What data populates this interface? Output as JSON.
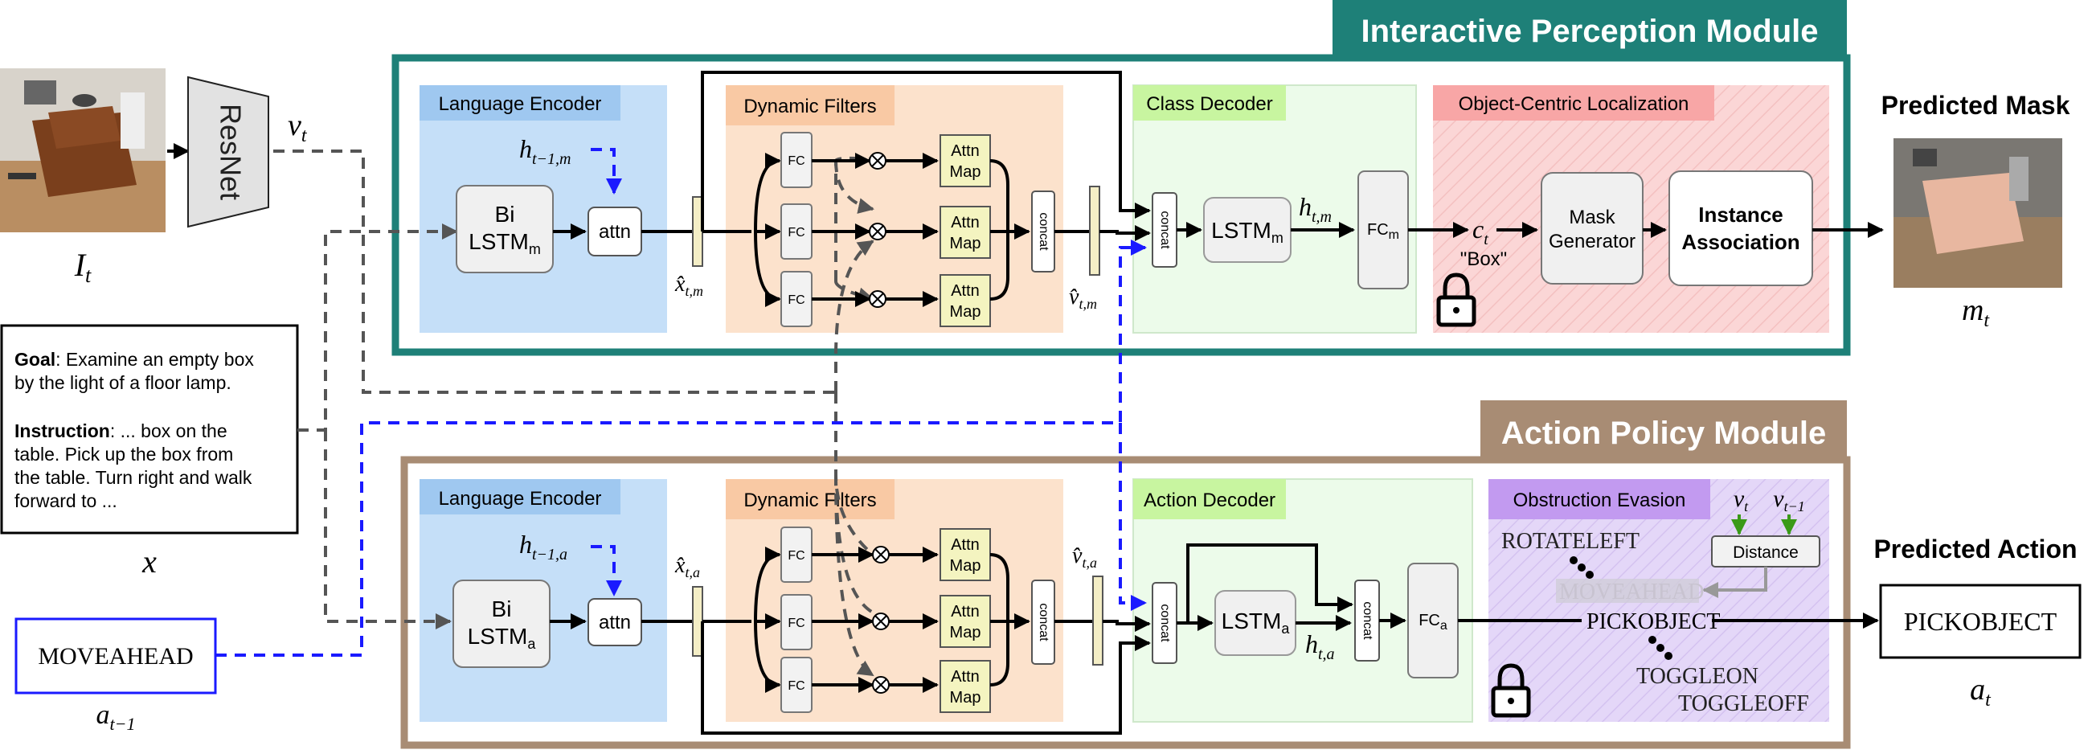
{
  "modules": {
    "perception": {
      "title": "Interactive Perception Module",
      "color": "#1e8078"
    },
    "policy": {
      "title": "Action Policy Module",
      "color": "#a88c74"
    }
  },
  "inputs": {
    "image_label": "I",
    "image_sub": "t",
    "resnet": "ResNet",
    "v_t": "v",
    "v_t_sub": "t",
    "goal_label": "Goal",
    "goal_text_1": ": Examine an empty box",
    "goal_text_2": "by the light of a floor lamp.",
    "instruction_label": "Instruction",
    "instruction_text_1": ": ... box on the",
    "instruction_text_2": "table. Pick up the box from",
    "instruction_text_3": "the table. Turn right and walk",
    "instruction_text_4": "forward to ...",
    "x_label": "x",
    "prev_action": "MOVEAHEAD",
    "prev_action_label": "a",
    "prev_action_sub": "t−1"
  },
  "perception": {
    "language_encoder": "Language Encoder",
    "h_prev": "h",
    "h_prev_sub": "t−1,m",
    "bilstm_1": "Bi",
    "bilstm_2": "LSTM",
    "bilstm_sub": "m",
    "attn": "attn",
    "x_hat": "x̂",
    "x_hat_sub": "t,m",
    "dynamic_filters": "Dynamic Filters",
    "fc": "FC",
    "attn_map_1": "Attn",
    "attn_map_2": "Map",
    "concat": "concat",
    "v_hat": "v̂",
    "v_hat_sub": "t,m",
    "class_decoder": "Class Decoder",
    "lstm": "LSTM",
    "lstm_sub": "m",
    "h_t": "h",
    "h_t_sub": "t,m",
    "fc_m": "FC",
    "fc_m_sub": "m",
    "ocl": "Object-Centric Localization",
    "c_t": "c",
    "c_t_sub": "t",
    "box": "\"Box\"",
    "mask_gen_1": "Mask",
    "mask_gen_2": "Generator",
    "instance_1": "Instance",
    "instance_2": "Association",
    "predicted_mask": "Predicted Mask",
    "m_t": "m",
    "m_t_sub": "t"
  },
  "policy": {
    "language_encoder": "Language Encoder",
    "h_prev": "h",
    "h_prev_sub": "t−1,a",
    "bilstm_1": "Bi",
    "bilstm_2": "LSTM",
    "bilstm_sub": "a",
    "attn": "attn",
    "x_hat": "x̂",
    "x_hat_sub": "t,a",
    "dynamic_filters": "Dynamic Filters",
    "fc": "FC",
    "attn_map_1": "Attn",
    "attn_map_2": "Map",
    "concat": "concat",
    "v_hat": "v̂",
    "v_hat_sub": "t,a",
    "action_decoder": "Action Decoder",
    "lstm": "LSTM",
    "lstm_sub": "a",
    "h_t": "h",
    "h_t_sub": "t,a",
    "fc_a": "FC",
    "fc_a_sub": "a",
    "obstruction": "Obstruction Evasion",
    "v_t": "v",
    "v_t_sub": "t",
    "v_prev": "v",
    "v_prev_sub": "t−1",
    "distance": "Distance",
    "rotate_left": "ROTATELEFT",
    "move_ahead": "MOVEAHEAD",
    "pick_object": "PICKOBJECT",
    "toggle_on": "TOGGLEON",
    "toggle_off": "TOGGLEOFF",
    "predicted_action": "Predicted Action",
    "predicted_action_value": "PICKOBJECT",
    "a_t": "a",
    "a_t_sub": "t"
  }
}
